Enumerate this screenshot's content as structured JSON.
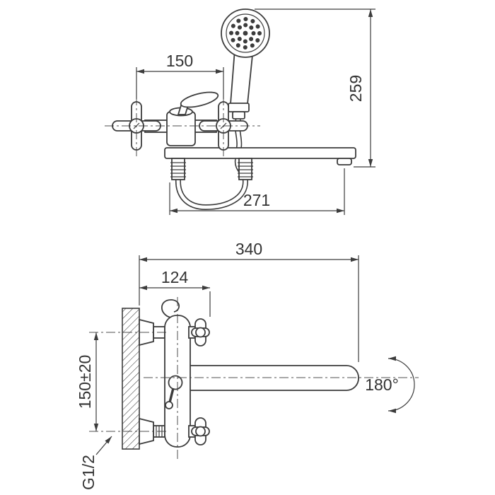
{
  "colors": {
    "line": "#3c3c3c",
    "text": "#333333",
    "background": "#ffffff"
  },
  "top_view": {
    "dim_handle_spacing": "150",
    "dim_height": "259",
    "dim_spout_length": "271"
  },
  "bottom_view": {
    "dim_total_length": "340",
    "dim_wall_to_handle": "124",
    "dim_mount_spacing": "150±20",
    "thread_label": "G1/2",
    "rotation_label": "180°"
  }
}
